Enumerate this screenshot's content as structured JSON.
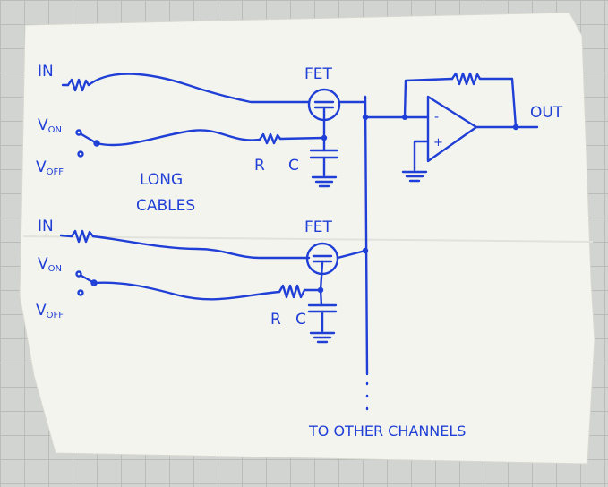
{
  "labels": {
    "in_top": "IN",
    "von_top_v": "V",
    "von_top_sub": "ON",
    "voff_top_v": "V",
    "voff_top_sub": "OFF",
    "fet_top": "FET",
    "r_top": "R",
    "c_top": "C",
    "long_cables_1": "LONG",
    "long_cables_2": "CABLES",
    "in_bottom": "IN",
    "von_bottom_v": "V",
    "von_bottom_sub": "ON",
    "voff_bottom_v": "V",
    "voff_bottom_sub": "OFF",
    "fet_bottom": "FET",
    "r_bottom": "R",
    "c_bottom": "C",
    "minus": "-",
    "plus": "+",
    "out": "OUT",
    "to_other": "TO OTHER CHANNELS"
  },
  "colors": {
    "ink": "#1f3fd6",
    "paper": "#f4f4ef",
    "grid": "#b9bcb8"
  }
}
